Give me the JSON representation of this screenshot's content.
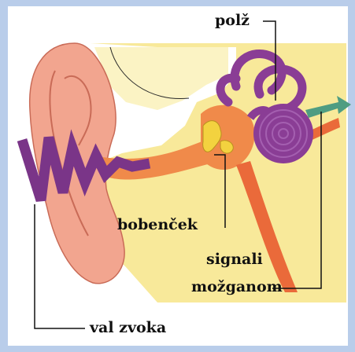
{
  "labels": {
    "cochlea": "polž",
    "eardrum": "bobenček",
    "signals_line1": "signali",
    "signals_line2": "možganom",
    "sound_wave": "val zvoka"
  },
  "colors": {
    "page_bg": "#b9cdea",
    "diagram_bg": "#ffffff",
    "skin": "#f2a58f",
    "skin_dark": "#e07f68",
    "bone": "#f8e99a",
    "bone_light": "#fbf3c4",
    "canal": "#f08a4a",
    "nerve": "#ea6a3a",
    "cochlea": "#8a3d95",
    "cochlea_light": "#a45fb0",
    "wave": "#7a3588",
    "arrow": "#4f9d82",
    "ossicles": "#f3d23f",
    "leader": "#111111"
  },
  "icons": [
    "signal-arrow-icon"
  ]
}
